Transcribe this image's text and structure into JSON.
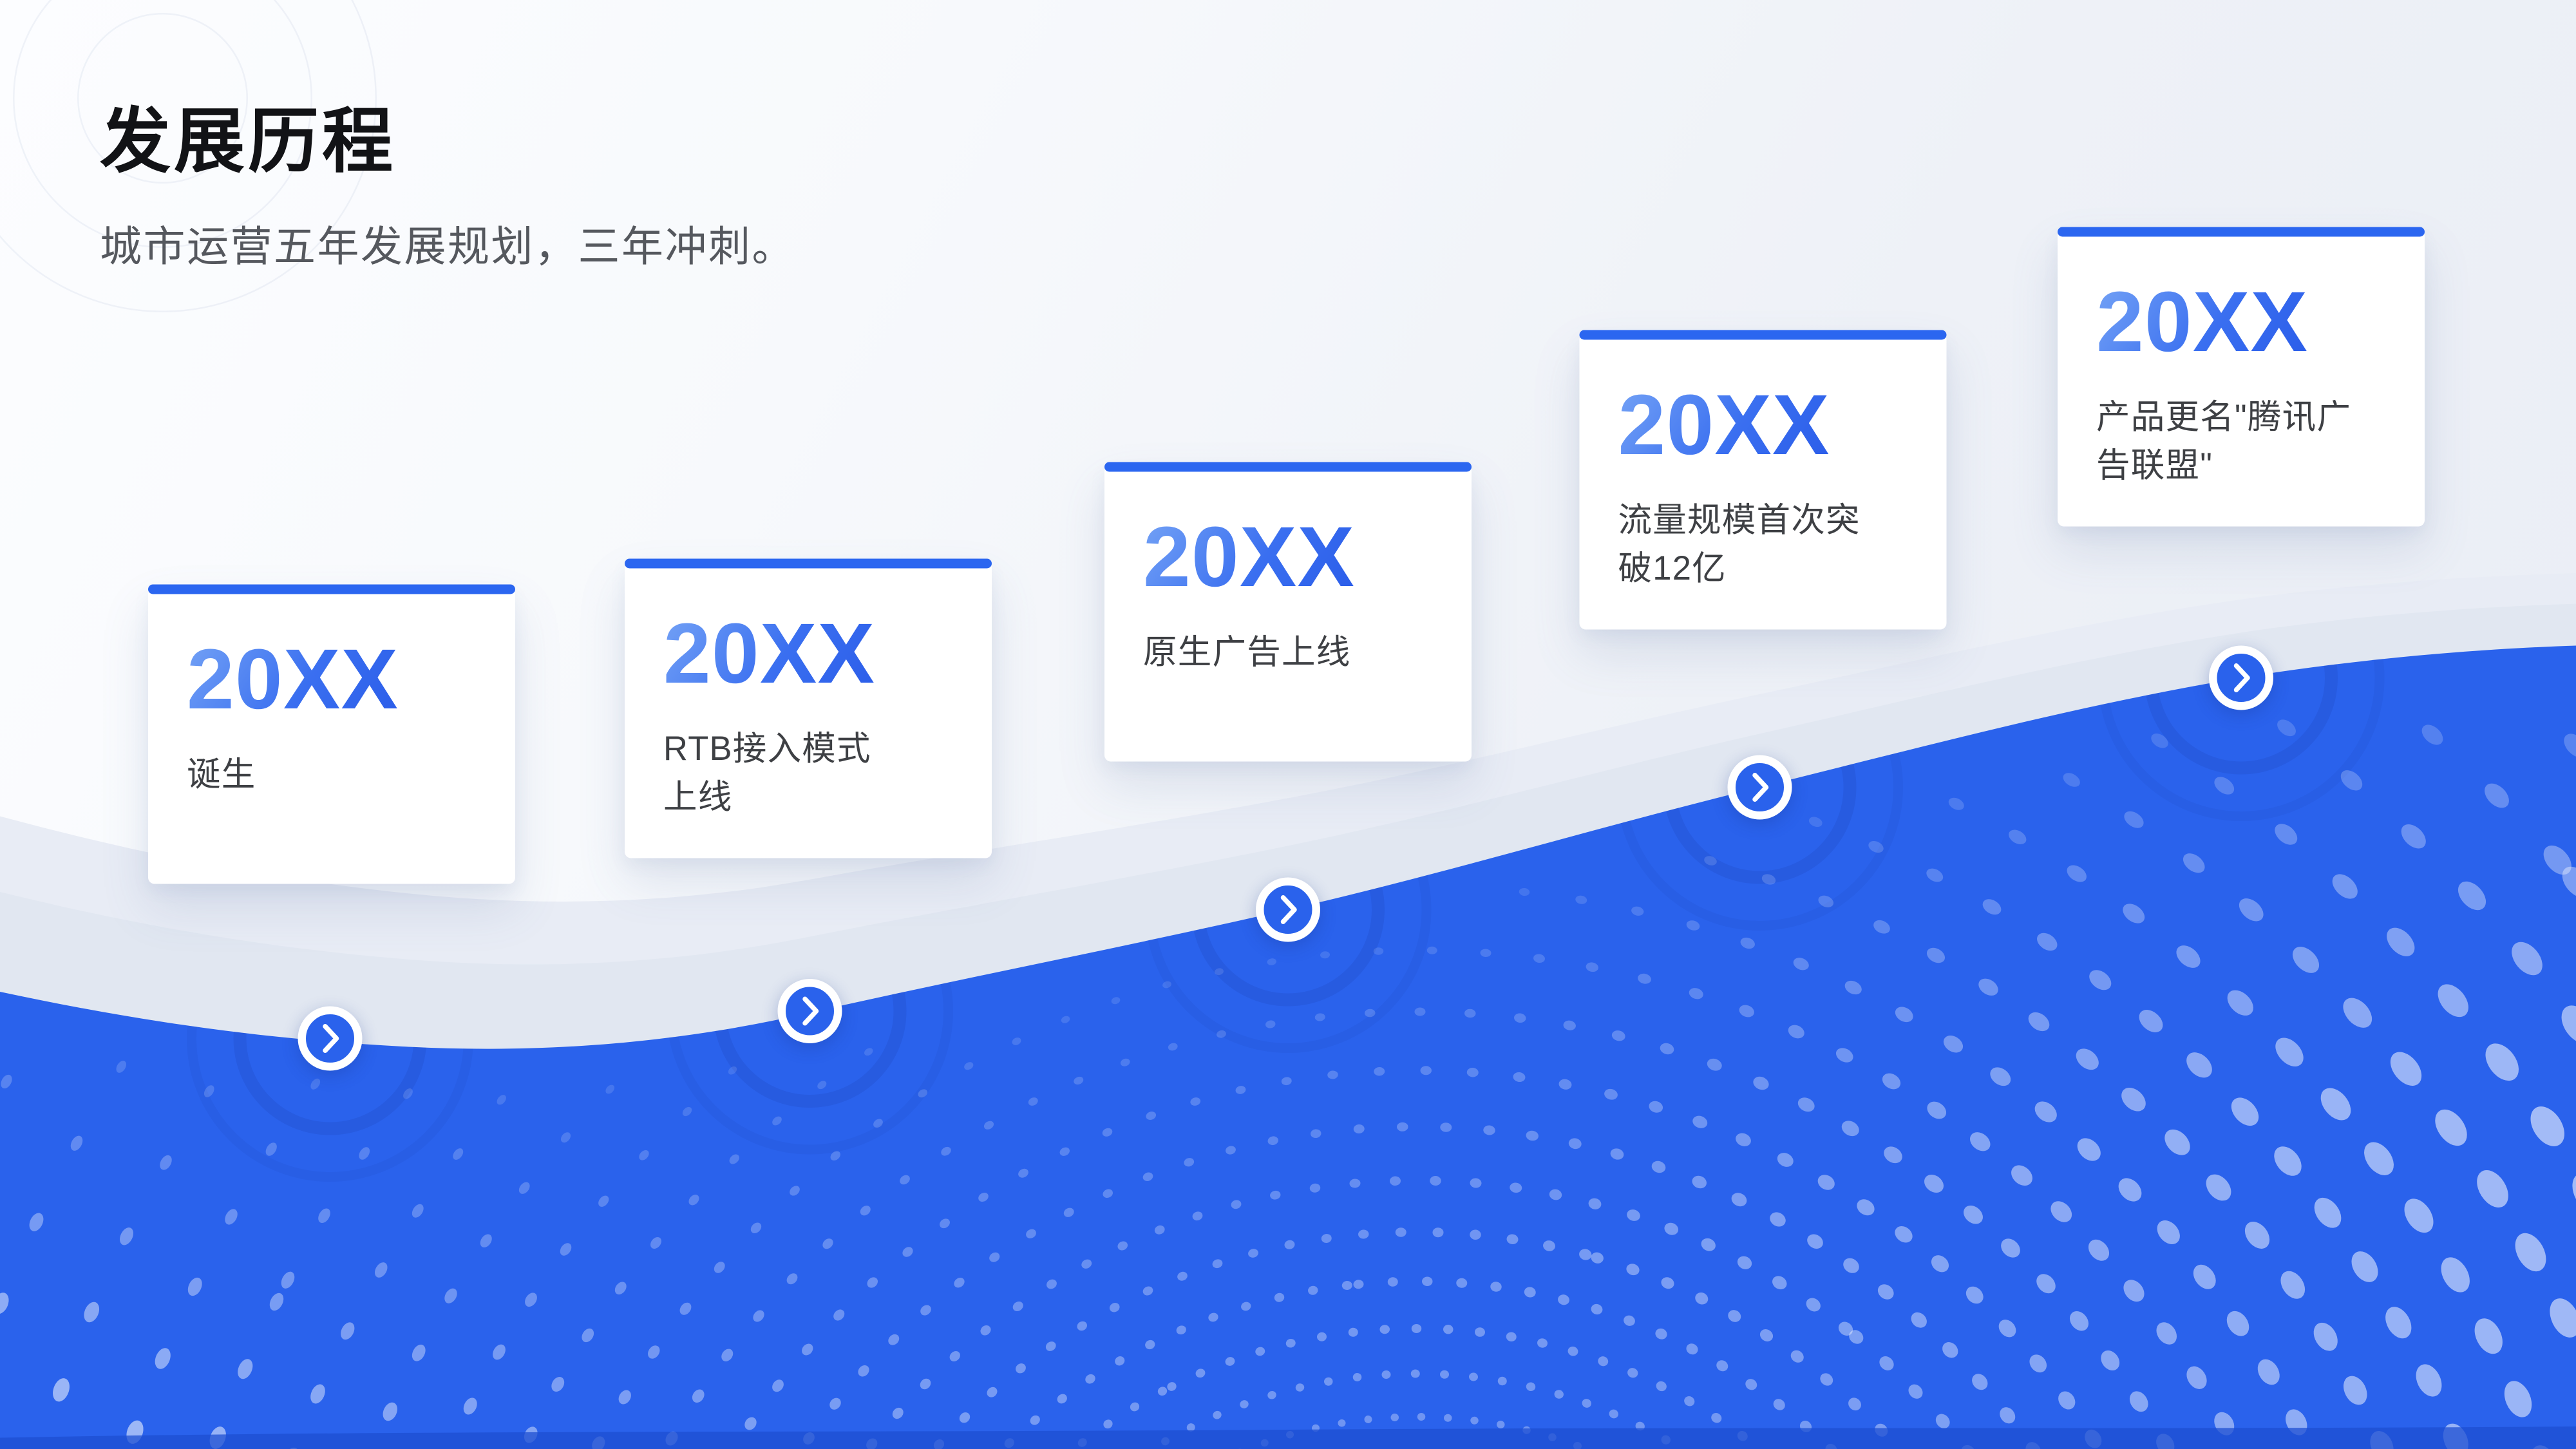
{
  "header": {
    "title": "发展历程",
    "subtitle": "城市运营五年发展规划，三年冲刺。"
  },
  "milestones": [
    {
      "year": "20XX",
      "desc": "诞生"
    },
    {
      "year": "20XX",
      "desc": "RTB接入模式\n上线"
    },
    {
      "year": "20XX",
      "desc": "原生广告上线"
    },
    {
      "year": "20XX",
      "desc": "流量规模首次突\n破12亿"
    },
    {
      "year": "20XX",
      "desc": "产品更名\"腾讯广\n告联盟\""
    }
  ],
  "icons": {
    "marker_icon": "chevron-right-icon"
  },
  "colors": {
    "wave_blue": "#2a62ec",
    "card_accent_bar": "#2b66f0",
    "year_gradient_start": "#6f9ef5",
    "year_gradient_end": "#2a5ce9",
    "bottom_edge_strip": "#1d4fd2",
    "title_text": "#121316",
    "subtitle_text": "#55585e",
    "description_text": "#3e4044",
    "halftone_dot": "#ffffff"
  }
}
